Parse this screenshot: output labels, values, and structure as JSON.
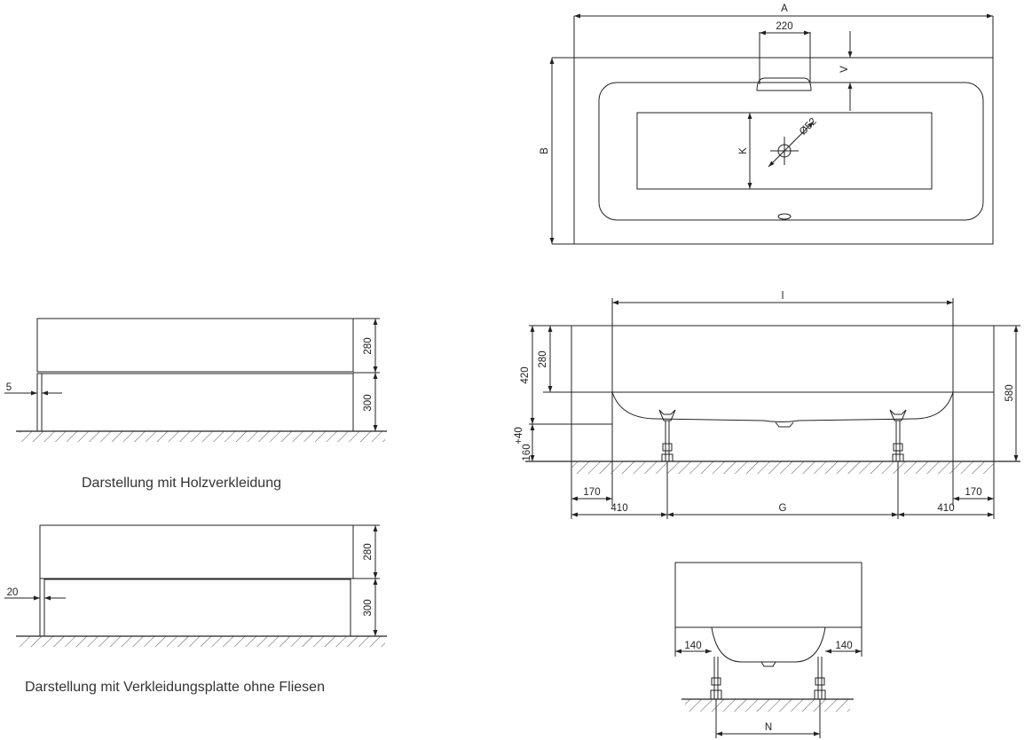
{
  "colors": {
    "line": "#222222",
    "hatch": "#444444",
    "text": "#333333"
  },
  "top_view": {
    "dim_A": "A",
    "dim_220": "220",
    "dim_V": "V",
    "dim_B": "B",
    "dim_K": "K",
    "dim_diameter": "Ø52"
  },
  "side_view": {
    "dim_l": "l",
    "dim_280": "280",
    "dim_420": "420",
    "dim_160": "160",
    "dim_160_sup": "+40",
    "dim_580": "580",
    "dim_170_left": "170",
    "dim_170_right": "170",
    "dim_410_left": "410",
    "dim_G": "G",
    "dim_410_right": "410"
  },
  "end_view": {
    "dim_140_left": "140",
    "dim_140_right": "140",
    "dim_N": "N"
  },
  "panel_wood": {
    "dim_5": "5",
    "dim_280": "280",
    "dim_300": "300",
    "caption": "Darstellung mit Holzverkleidung"
  },
  "panel_plate": {
    "dim_20": "20",
    "dim_280": "280",
    "dim_300": "300",
    "caption": "Darstellung mit Verkleidungsplatte ohne Fliesen"
  }
}
